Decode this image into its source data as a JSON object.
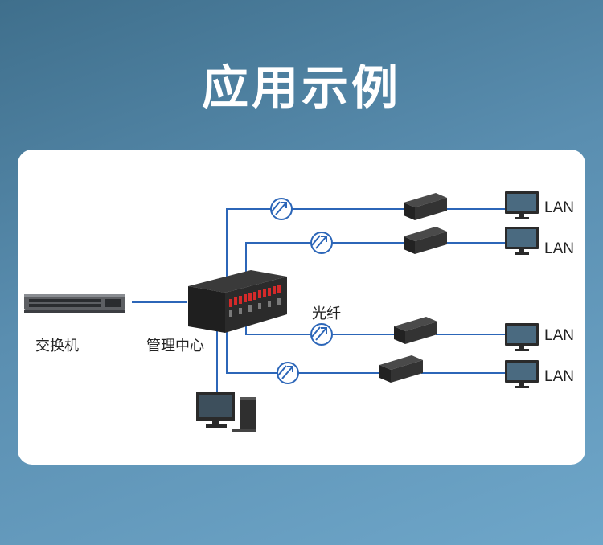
{
  "title": "应用示例",
  "labels": {
    "switch": "交换机",
    "center": "管理中心",
    "fiber": "光纤",
    "lan": [
      "LAN",
      "LAN",
      "LAN",
      "LAN"
    ]
  },
  "colors": {
    "line": "#2c66b8",
    "device_dark": "#2b2b2b",
    "port_red": "#d42a2a",
    "background": "#5a8eb0"
  },
  "icons": [
    "switch-device",
    "management-chassis",
    "media-converter",
    "monitor",
    "desktop-computer",
    "fiber-coupler-icon"
  ]
}
